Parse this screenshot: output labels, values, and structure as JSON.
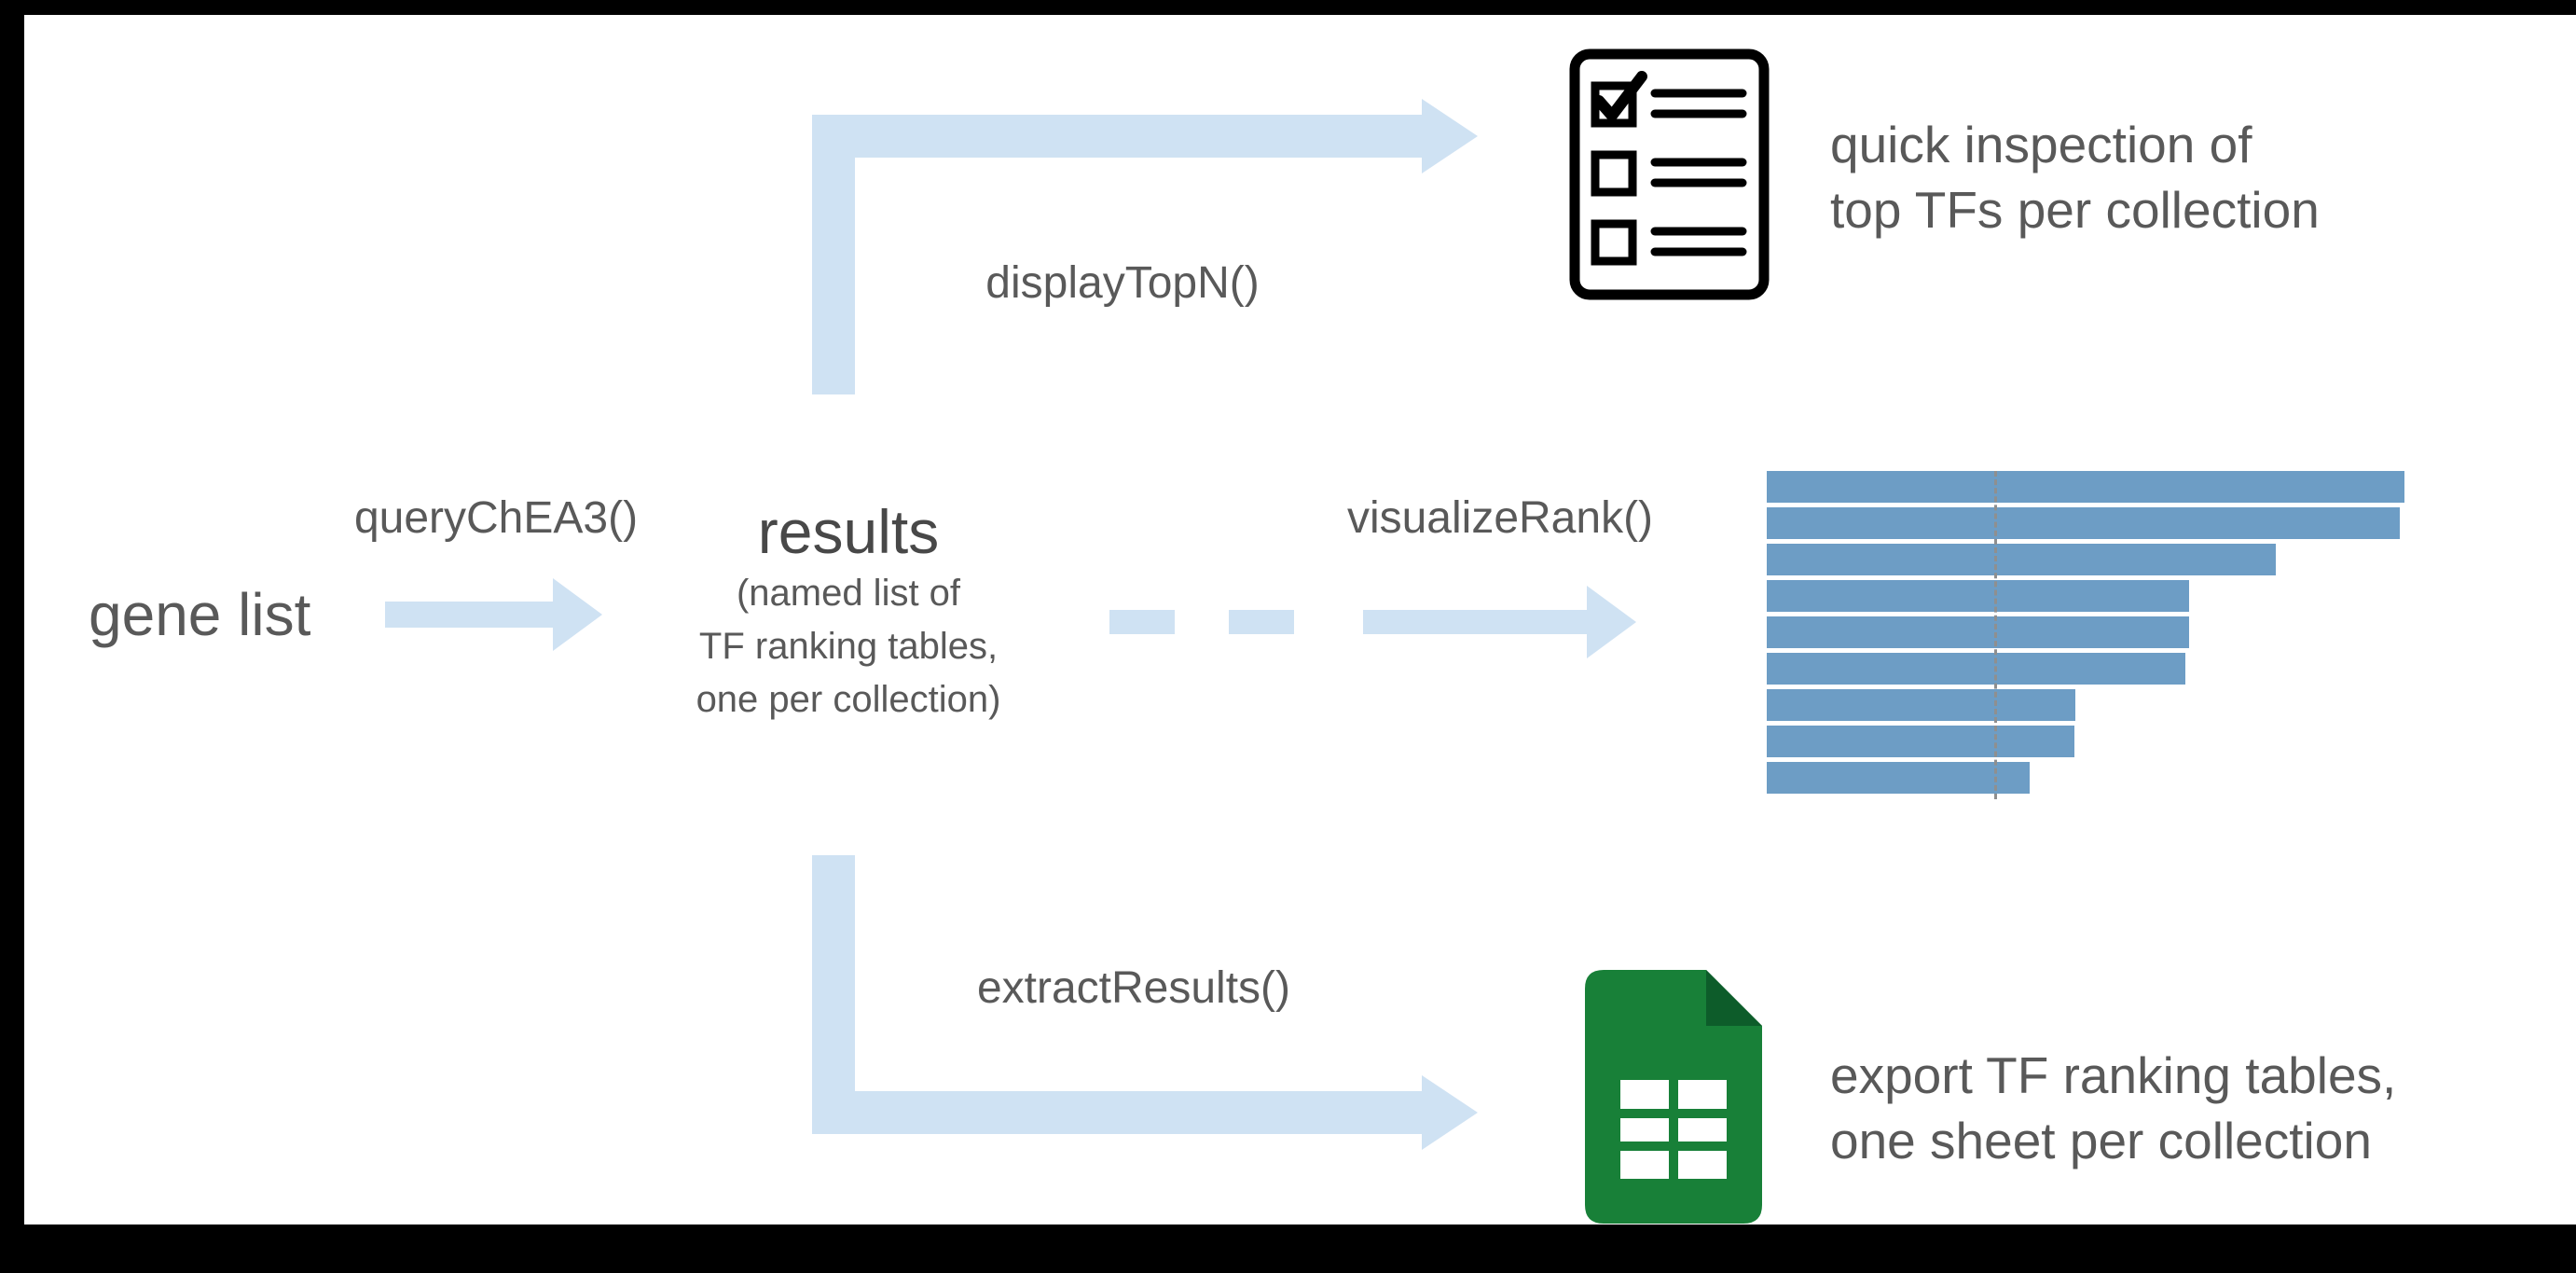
{
  "diagram": {
    "input_label": "gene list",
    "results_title": "results",
    "results_subtitle": [
      "(named list of",
      "TF ranking tables,",
      "one per collection)"
    ],
    "fn_query": "queryChEA3()",
    "fn_display": "displayTopN()",
    "fn_visualize": "visualizeRank()",
    "fn_extract": "extractResults()",
    "out_top_line1": "quick inspection of",
    "out_top_line2": "top TFs per collection",
    "out_export_line1": "export TF ranking tables,",
    "out_export_line2": "one sheet per collection",
    "icons": {
      "top_output": "checklist-document-icon",
      "export_output": "spreadsheet-icon"
    }
  },
  "colors": {
    "arrow_blue": "#cfe2f3",
    "bar_blue": "#6d9dc5",
    "text_gray": "#595959",
    "sheet_green": "#188038",
    "sheet_green_dark": "#0d5c2a"
  },
  "chart_data": {
    "type": "bar",
    "orientation": "horizontal",
    "title": "",
    "xlabel": "",
    "ylabel": "",
    "values_pct": [
      100,
      99.3,
      79.8,
      66.2,
      66.2,
      65.6,
      48.4,
      48.2,
      41.2
    ],
    "reference_line_pct": 35.6,
    "bar_color": "#6d9dc5",
    "grid": false,
    "legend": false
  }
}
